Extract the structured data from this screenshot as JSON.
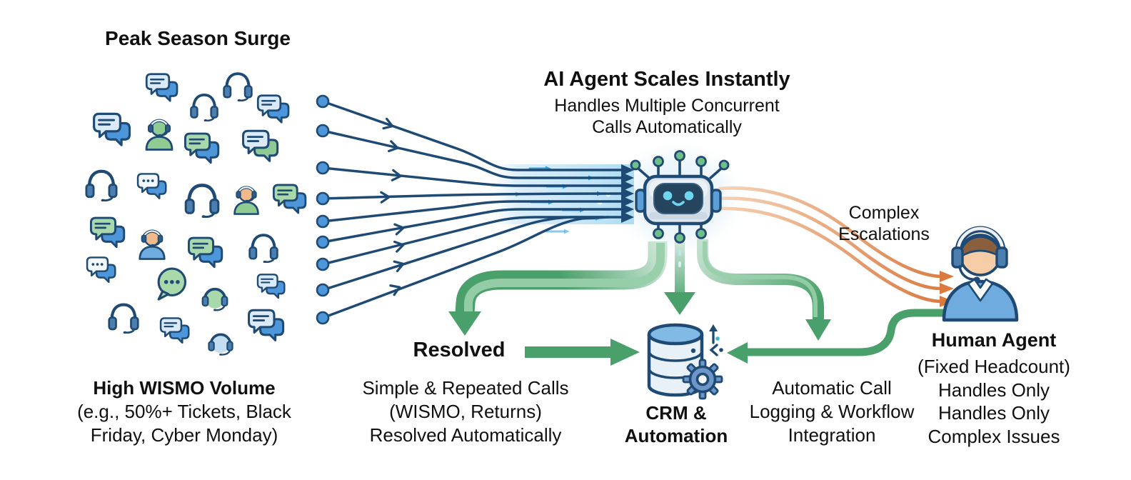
{
  "left_cluster": {
    "title": "Peak Season Surge",
    "caption_title": "High WISMO Volume",
    "caption_lines": [
      "(e.g., 50%+ Tickets, Black",
      "Friday, Cyber Monday)"
    ]
  },
  "ai_agent": {
    "title": "AI Agent Scales Instantly",
    "subtitle_lines": [
      "Handles Multiple Concurrent",
      "Calls Automatically"
    ]
  },
  "escalation": {
    "label_lines": [
      "Complex",
      "Escalations"
    ]
  },
  "resolved": {
    "title": "Resolved",
    "lines": [
      "Simple & Repeated Calls",
      "(WISMO, Returns)",
      "Resolved Automatically"
    ]
  },
  "crm": {
    "label_lines": [
      "CRM &",
      "Automation"
    ]
  },
  "logging": {
    "lines": [
      "Automatic Call",
      "Logging & Workflow",
      "Integration"
    ]
  },
  "human": {
    "title": "Human Agent",
    "lines": [
      "(Fixed Headcount)",
      "Handles Only",
      "Handles Only",
      "Complex Issues"
    ]
  },
  "icons": [
    "chat-bubble-icon",
    "typing-bubble-icon",
    "headset-icon",
    "support-agent-icon",
    "ai-robot-icon",
    "crm-database-icon",
    "gear-icon",
    "sync-code-icon",
    "human-agent-icon"
  ],
  "colors": {
    "navy": "#1e4a74",
    "blue": "#4d96d9",
    "lightblue": "#dbeaf8",
    "green": "#4aa06a",
    "greenlight": "#97cfaa",
    "greenfill": "#a9d8ab",
    "orange": "#db7a3f",
    "skin": "#f6cda6",
    "hair": "#8a5f3e",
    "shirt": "#6fabde",
    "cup": "#4d7fae",
    "robotface": "#25455f",
    "robotbody": "#dbe5ed",
    "eye": "#6ed7ef",
    "teal": "#3ab5c9",
    "gear": "#6e96c8",
    "dbtop": "#82bae6",
    "dbbody": "#e9f1f8",
    "text": "#101010",
    "dashblue": "#2f9be0"
  }
}
